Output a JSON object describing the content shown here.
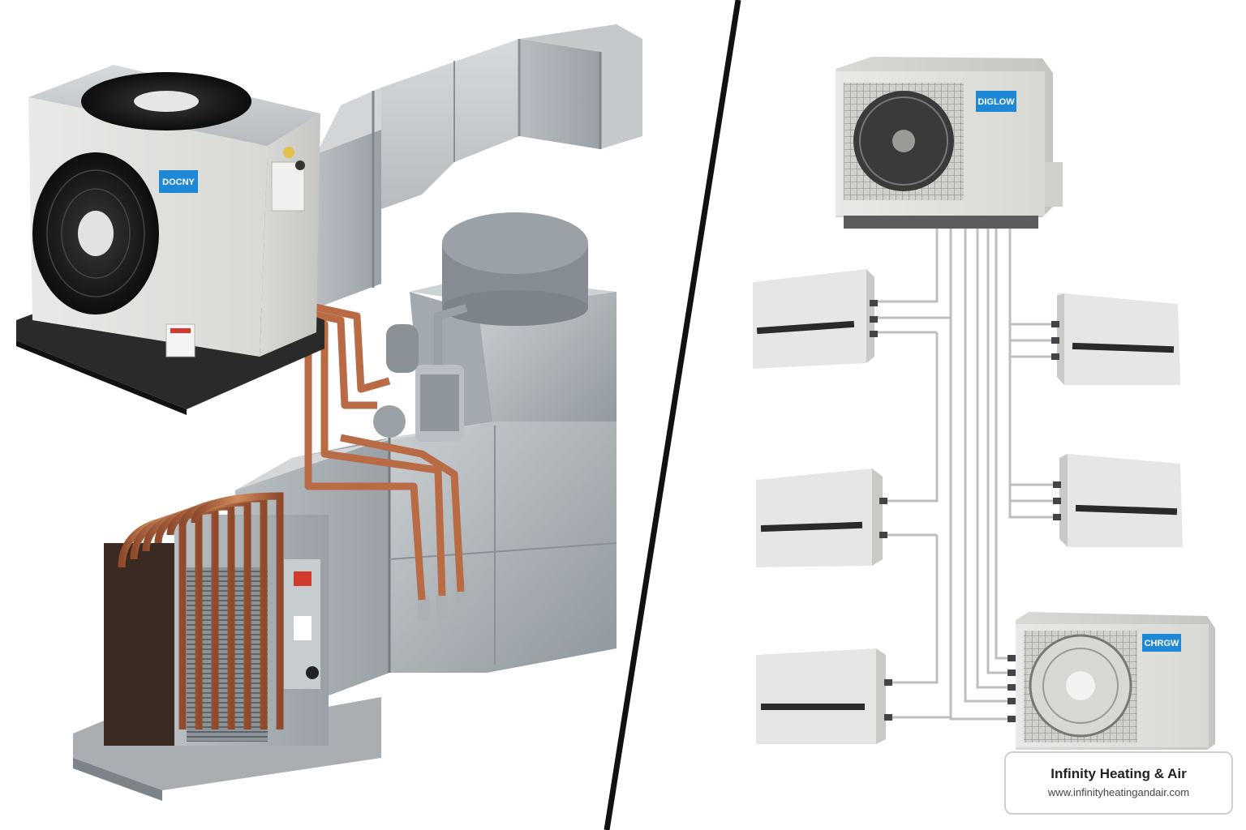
{
  "watermark": {
    "company": "Infinity Heating & Air",
    "url": "www.infinityheatingandair.com"
  },
  "left_panel": {
    "condenser_brand": "DOCNY"
  },
  "right_panel": {
    "top_outdoor_brand": "DIGLOW",
    "bottom_outdoor_brand": "CHRGW",
    "indoor_unit_count": 5
  },
  "colors": {
    "copper": "#b86b45",
    "sheet_metal": "#a9b0b5",
    "unit_white": "#ececea",
    "brand_blue": "#1e88d6",
    "divider": "#111111",
    "line_set": "#bfbfbf"
  }
}
